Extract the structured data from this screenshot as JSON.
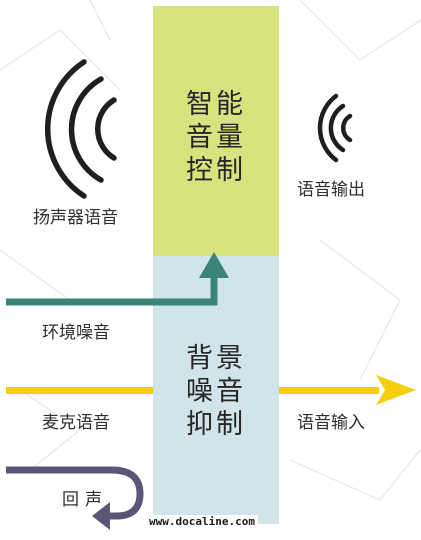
{
  "blocks": {
    "agc": {
      "lines": [
        "智能",
        "音量",
        "控制"
      ],
      "color": "#d8e27f"
    },
    "noise_suppression": {
      "lines": [
        "背景",
        "噪音",
        "抑制"
      ],
      "color": "#d1e4ea"
    }
  },
  "labels": {
    "speaker_voice": "扬声器语音",
    "voice_output": "语音输出",
    "ambient_noise": "环境噪音",
    "mic_voice": "麦克语音",
    "voice_input": "语音输入",
    "echo": "回声"
  },
  "watermark": "www.docaline.com",
  "colors": {
    "ambient_arrow": "#3c8479",
    "mic_arrow": "#f4cf0a",
    "echo_arrow": "#5a5677",
    "waves": "#1f1f1f"
  },
  "icons": {
    "speaker_waves": "sound-waves-icon",
    "output_waves": "sound-waves-icon"
  }
}
